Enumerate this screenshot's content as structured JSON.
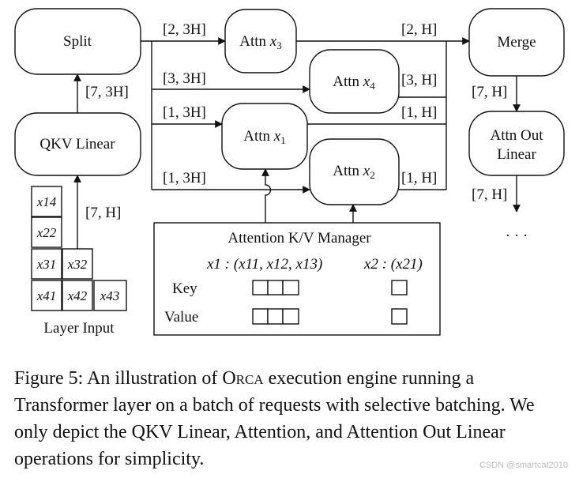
{
  "figure": {
    "nodes": {
      "split": "Split",
      "qkv_linear": "QKV Linear",
      "merge": "Merge",
      "attn_out_line1": "Attn Out",
      "attn_out_line2": "Linear",
      "attn_prefix": "Attn",
      "attn_x3": "x",
      "attn_x3_sub": "3",
      "attn_x4": "x",
      "attn_x4_sub": "4",
      "attn_x1": "x",
      "attn_x1_sub": "1",
      "attn_x2": "x",
      "attn_x2_sub": "2"
    },
    "edge_labels": {
      "split_to_x3": "[2, 3H]",
      "split_to_x4": "[3, 3H]",
      "split_to_x1": "[1, 3H]",
      "split_to_x2": "[1, 3H]",
      "x3_to_merge": "[2, H]",
      "x4_to_merge": "[3, H]",
      "x1_to_merge": "[1, H]",
      "x2_to_merge": "[1, H]",
      "qkv_to_split": "[7, 3H]",
      "input_to_qkv": "[7, H]",
      "merge_to_out": "[7, H]",
      "out_to_next": "[7, H]"
    },
    "ellipsis": "· · ·",
    "layer_input": {
      "label": "Layer Input",
      "cells": [
        "x14",
        "x22",
        "x31",
        "x32",
        "x41",
        "x42",
        "x43"
      ]
    },
    "kv_manager": {
      "title": "Attention K/V Manager",
      "x1_label": "x1 : (x11, x12, x13)",
      "x2_label": "x2 : (x21)",
      "rows": [
        "Key",
        "Value"
      ]
    }
  },
  "caption": {
    "prefix": "Figure 5: An illustration of ",
    "system": "Orca",
    "suffix": " execution engine running a Transformer layer on a batch of requests with selective batching. We only depict the QKV Linear, Attention, and Attention Out Linear operations for simplicity."
  },
  "watermark": "CSDN @smartcat2010"
}
